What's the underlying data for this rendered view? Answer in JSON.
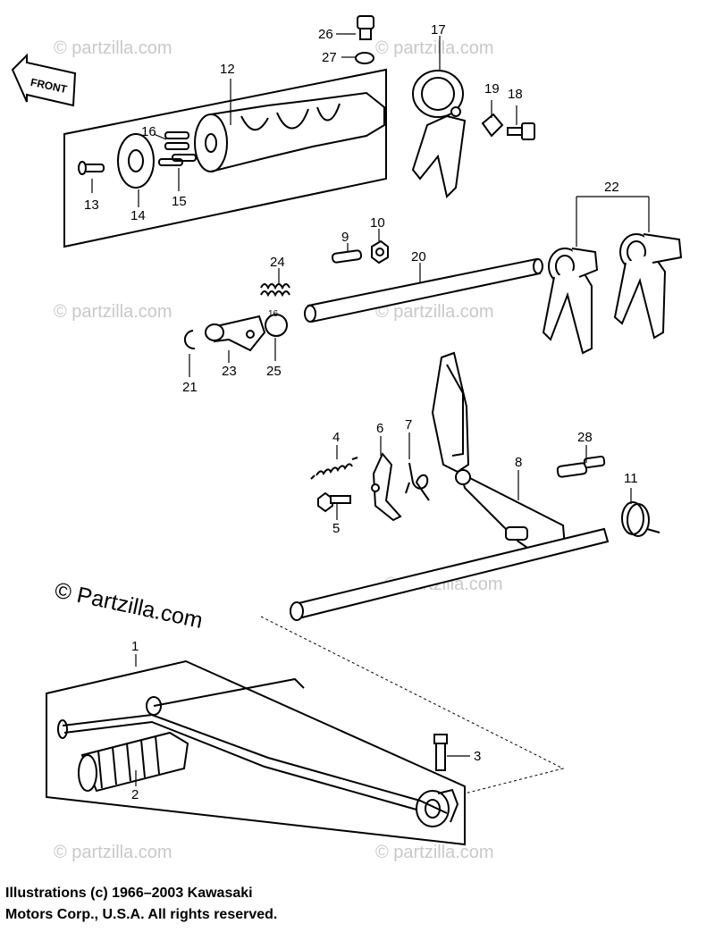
{
  "diagram": {
    "front_label": "FRONT",
    "callouts": {
      "c1": "1",
      "c2": "2",
      "c3": "3",
      "c4": "4",
      "c5": "5",
      "c6": "6",
      "c7": "7",
      "c8": "8",
      "c9": "9",
      "c10": "10",
      "c11": "11",
      "c12": "12",
      "c13": "13",
      "c14": "14",
      "c15": "15",
      "c16": "16",
      "c17": "17",
      "c18": "18",
      "c19": "19",
      "c20": "20",
      "c21": "21",
      "c22": "22",
      "c23": "23",
      "c24": "24",
      "c25": "25",
      "c26": "26",
      "c27": "27",
      "c28": "28"
    }
  },
  "watermark": {
    "main": "© Partzilla.com",
    "faint": "© partzilla.com"
  },
  "copyright": {
    "line1": "Illustrations (c) 1966–2003 Kawasaki",
    "line2": "Motors Corp., U.S.A.  All rights reserved."
  }
}
